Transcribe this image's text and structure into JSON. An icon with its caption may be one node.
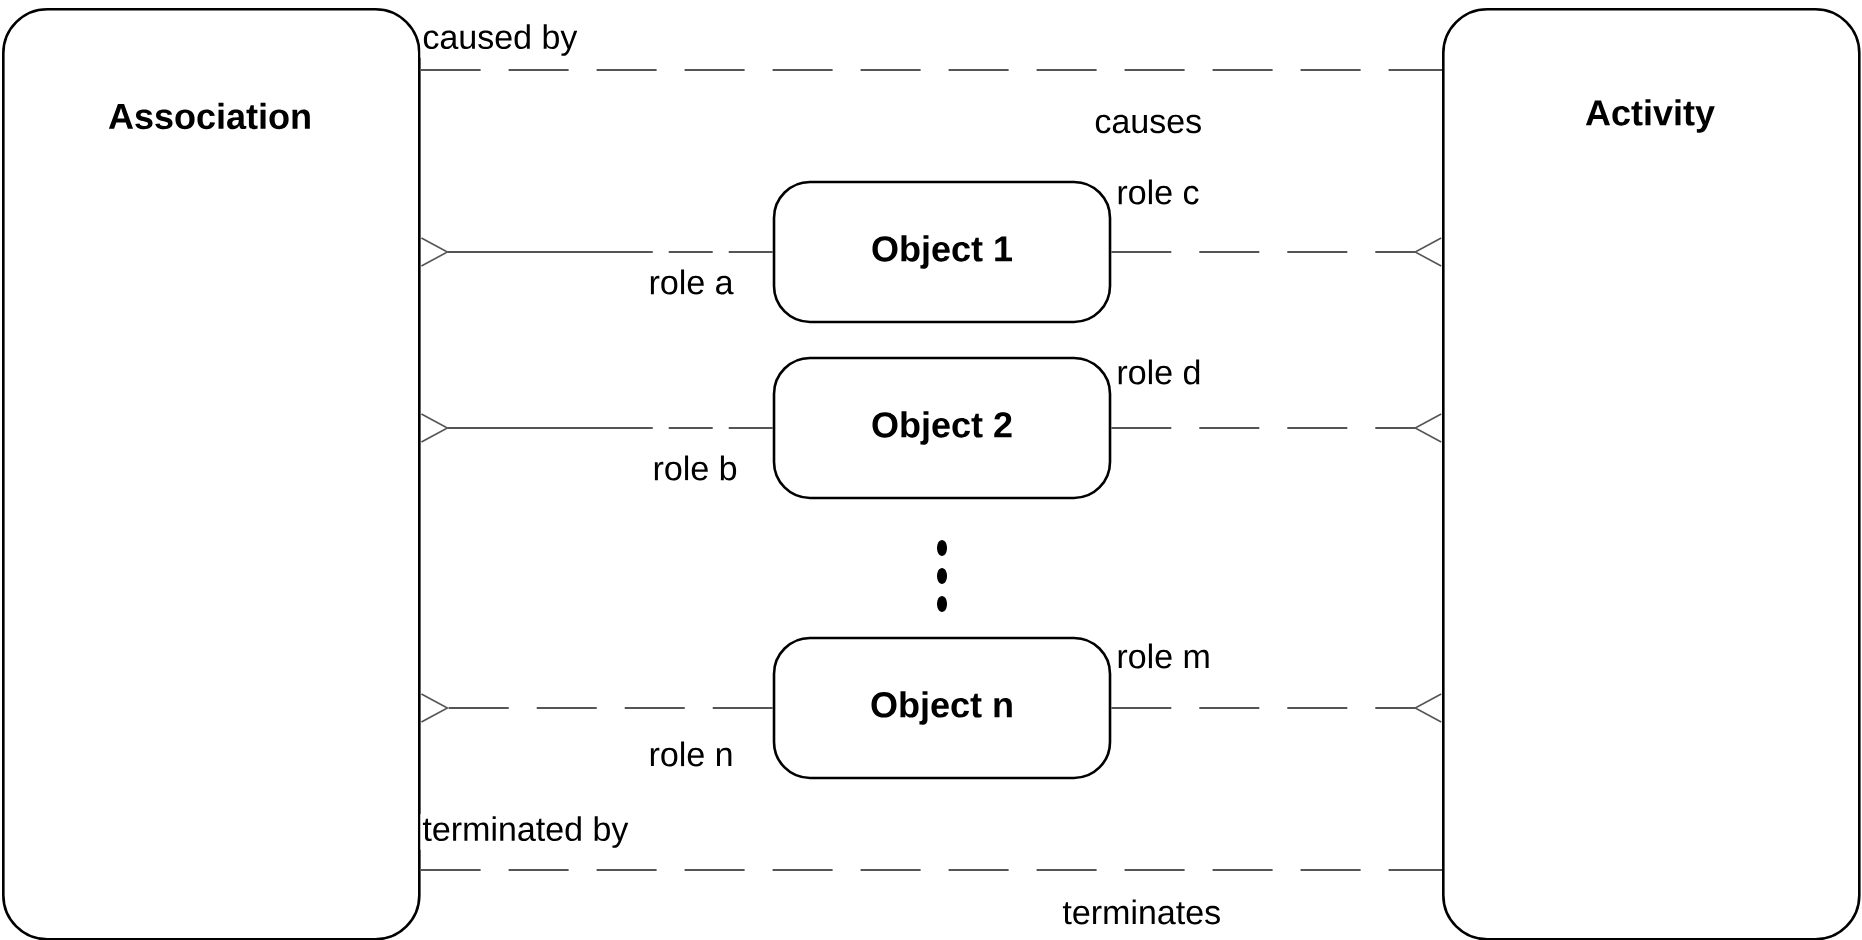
{
  "diagram": {
    "nodes": [
      {
        "text": [
          "Association"
        ]
      },
      {
        "text": [
          "Activity"
        ]
      },
      {
        "text": [
          "Object 1"
        ]
      },
      {
        "text": [
          "Object 2"
        ]
      },
      {
        "text": [
          "Object n"
        ]
      }
    ],
    "edges": [
      {
        "from": 0,
        "to": 1,
        "arrow": "none",
        "style": "dashed",
        "label": "caused by"
      },
      {
        "from": 2,
        "to": 0,
        "arrow": "other",
        "label": "role a"
      },
      {
        "from": 2,
        "to": 1,
        "arrow": "other",
        "style": "dashed",
        "label": "role c"
      },
      {
        "from": 3,
        "to": 0,
        "arrow": "other",
        "label": "role b"
      },
      {
        "from": 3,
        "to": 1,
        "arrow": "other",
        "style": "dashed",
        "label": "role d"
      },
      {
        "from": 4,
        "to": 0,
        "arrow": "other",
        "style": "dashed",
        "label": "role n"
      },
      {
        "from": 4,
        "to": 1,
        "arrow": "other",
        "style": "dashed",
        "label": "role m"
      },
      {
        "from": 0,
        "to": 1,
        "arrow": "none",
        "style": "dashed",
        "label": "terminated by"
      }
    ],
    "labels": [
      "causes",
      "terminates"
    ]
  }
}
